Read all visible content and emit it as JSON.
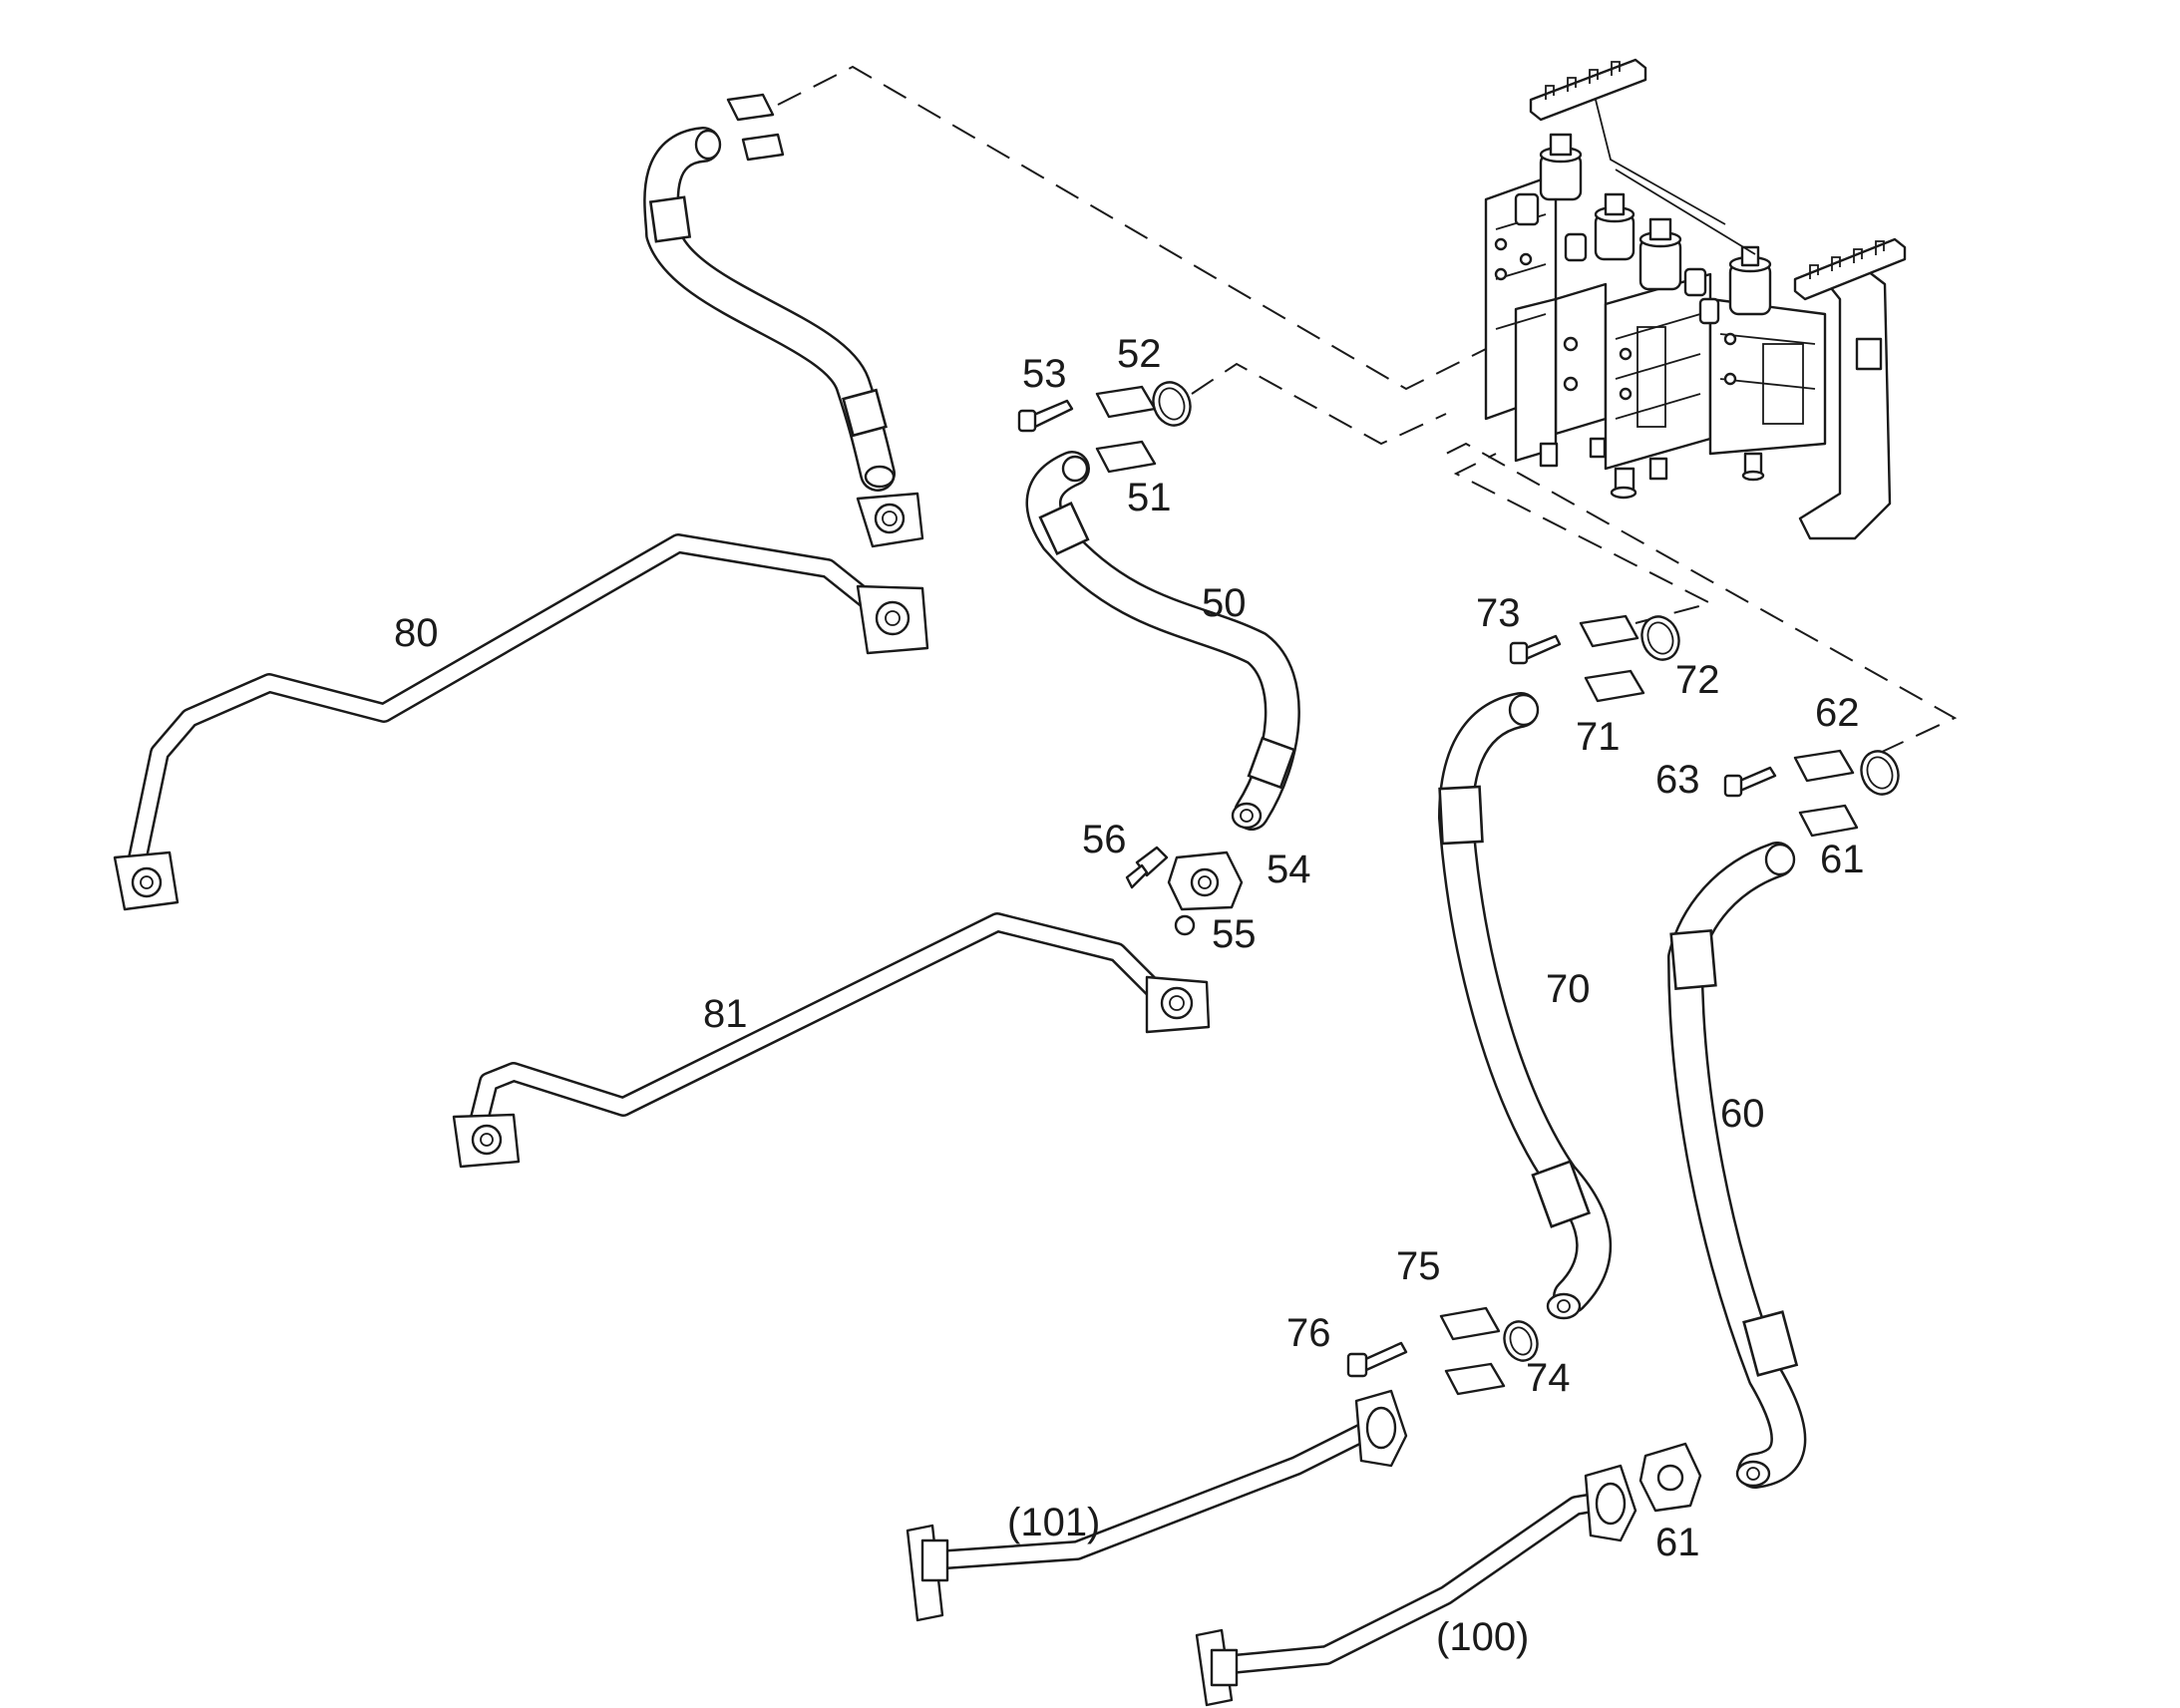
{
  "callouts": {
    "p50": "50",
    "p51": "51",
    "p52": "52",
    "p53": "53",
    "p54": "54",
    "p55": "55",
    "p56": "56",
    "p60": "60",
    "p61a": "61",
    "p61b": "61",
    "p62": "62",
    "p63": "63",
    "p70": "70",
    "p71": "71",
    "p72": "72",
    "p73": "73",
    "p74": "74",
    "p75": "75",
    "p76": "76",
    "p80": "80",
    "p81": "81",
    "p100": "(100)",
    "p101": "(101)"
  }
}
